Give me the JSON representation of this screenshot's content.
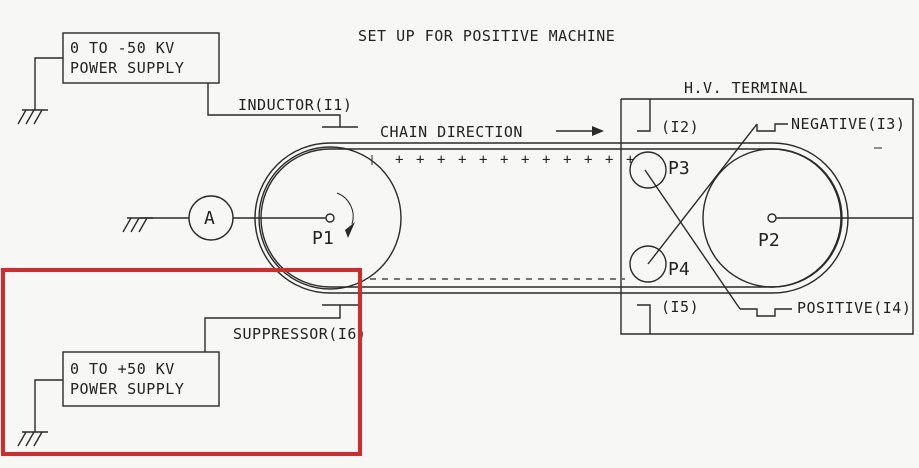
{
  "title": "SET UP FOR POSITIVE MACHINE",
  "neg_supply": {
    "line1": "0 TO -50 KV",
    "line2": "POWER SUPPLY"
  },
  "pos_supply": {
    "line1": "0 TO +50 KV",
    "line2": "POWER SUPPLY"
  },
  "inductor_label": "INDUCTOR(I1)",
  "suppressor_label": "SUPPRESSOR(I6)",
  "chain_direction_label": "CHAIN DIRECTION",
  "terminal_label": "H.V. TERMINAL",
  "i2_label": "(I2)",
  "i5_label": "(I5)",
  "negative_label": "NEGATIVE(I3)",
  "positive_label": "POSITIVE(I4)",
  "ammeter_label": "A",
  "pulleys": {
    "p1": "P1",
    "p2": "P2",
    "p3": "P3",
    "p4": "P4"
  },
  "charge_mark": "+",
  "highlight_color": "#d42a2a"
}
